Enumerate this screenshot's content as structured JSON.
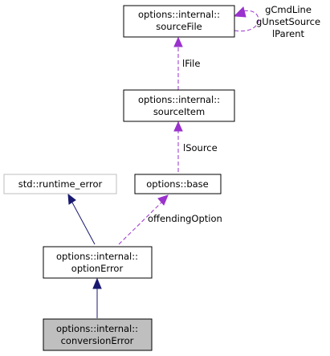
{
  "nodes": {
    "sourceFile": {
      "line1": "options::internal::",
      "line2": "sourceFile"
    },
    "sourceItem": {
      "line1": "options::internal::",
      "line2": "sourceItem"
    },
    "runtimeError": {
      "label": "std::runtime_error"
    },
    "base": {
      "label": "options::base"
    },
    "optionError": {
      "line1": "options::internal::",
      "line2": "optionError"
    },
    "conversionError": {
      "line1": "options::internal::",
      "line2": "conversionError"
    }
  },
  "edge_labels": {
    "self_loop": [
      "gCmdLine",
      "gUnsetSource",
      "lParent"
    ],
    "lFile": "lFile",
    "lSource": "lSource",
    "offendingOption": "offendingOption"
  },
  "colors": {
    "inheritance": "#191970",
    "member": "#9a32cd",
    "highlight_fill": "#bfbfbf",
    "external_border": "#bfbfbf"
  }
}
